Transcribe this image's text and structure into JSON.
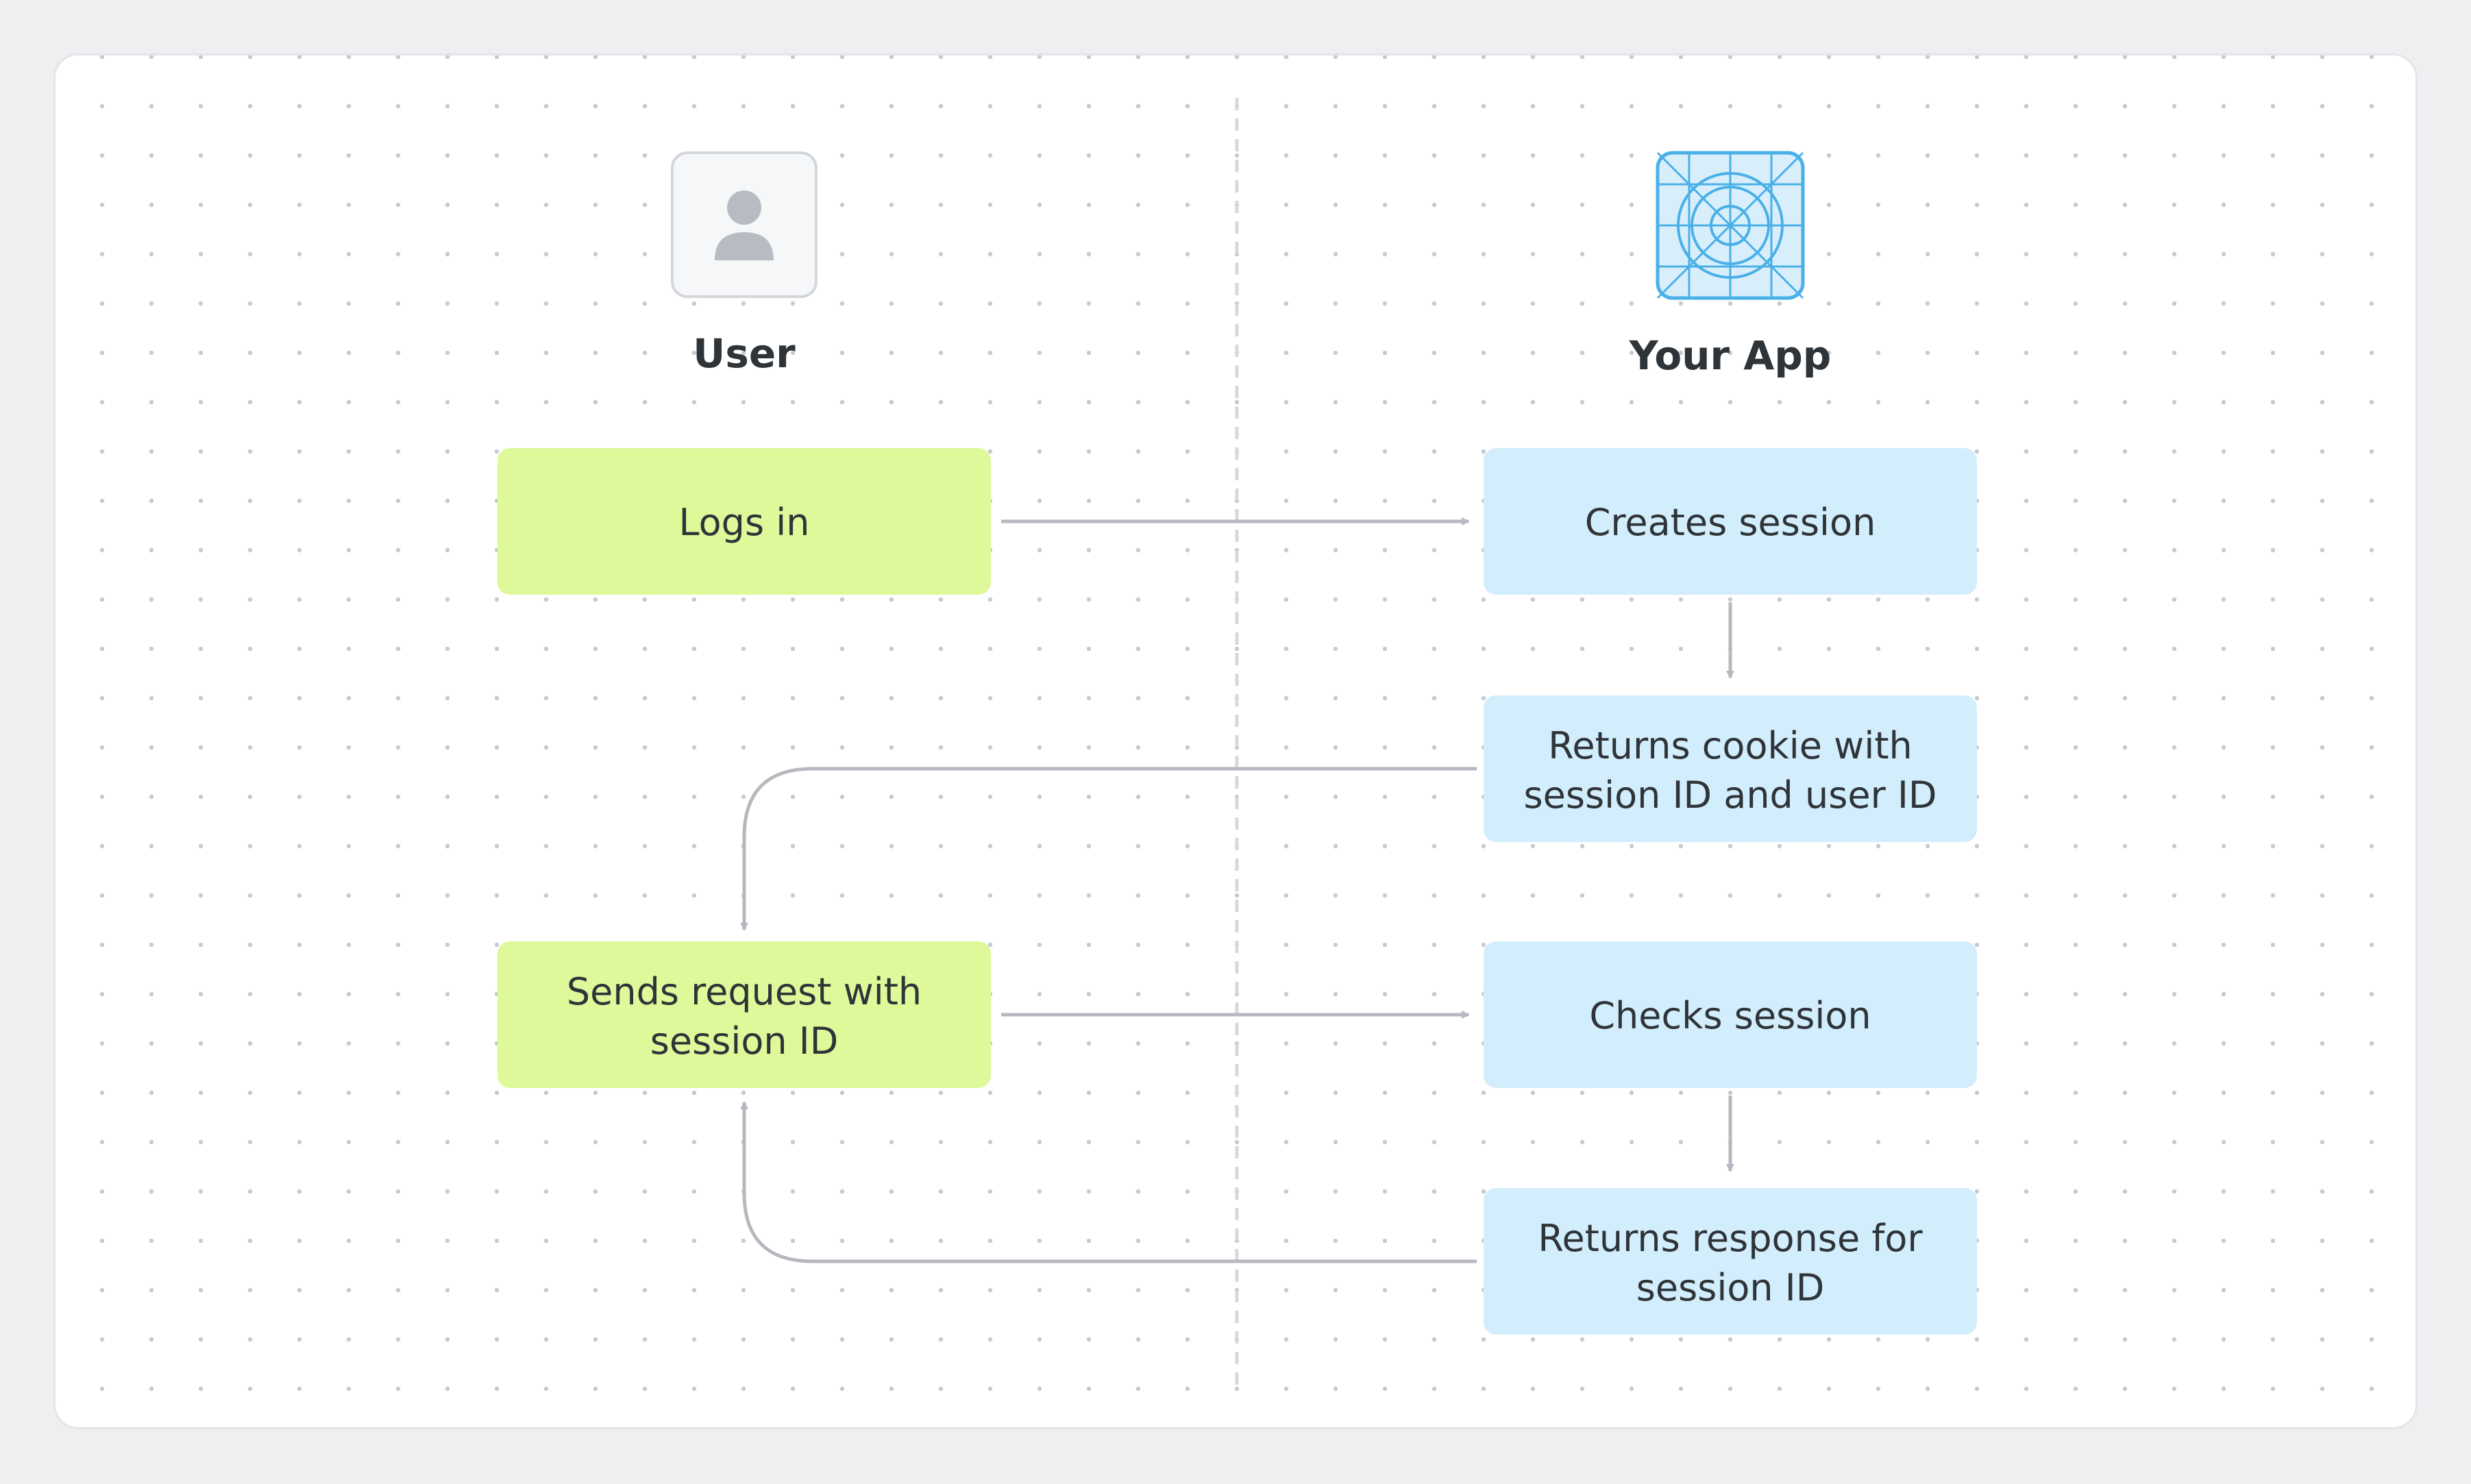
{
  "actors": {
    "user": {
      "label": "User",
      "icon": "user-avatar-icon"
    },
    "app": {
      "label": "Your App",
      "icon": "app-target-icon"
    }
  },
  "steps": {
    "logs_in": {
      "lines": [
        "Logs in"
      ]
    },
    "creates_session": {
      "lines": [
        "Creates session"
      ]
    },
    "returns_cookie": {
      "lines": [
        "Returns cookie with",
        "session ID and user ID"
      ]
    },
    "sends_request": {
      "lines": [
        "Sends request with",
        "session ID"
      ]
    },
    "checks_session": {
      "lines": [
        "Checks session"
      ]
    },
    "returns_response": {
      "lines": [
        "Returns response for",
        "session ID"
      ]
    }
  },
  "colors": {
    "user_box": "#ddf99a",
    "app_box": "#d2edfc",
    "arrow": "#b5b9bf",
    "divider": "#d6d8dc",
    "grid_dot": "#c7cace",
    "app_icon": "#4ab0e8",
    "text": "#2f3438"
  }
}
